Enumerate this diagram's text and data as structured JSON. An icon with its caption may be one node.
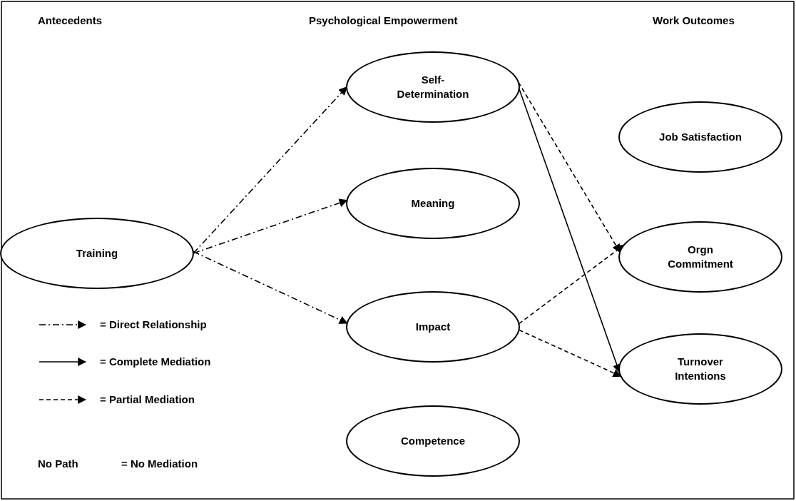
{
  "diagram": {
    "nodes": [
      {
        "text": [
          "Training"
        ]
      },
      {
        "text": [
          "Self-Determination"
        ]
      },
      {
        "text": [
          "Meaning"
        ]
      },
      {
        "text": [
          "Impact"
        ]
      },
      {
        "text": [
          "Competence"
        ]
      },
      {
        "text": [
          "Job Satisfaction"
        ]
      },
      {
        "text": [
          "Orgn Commitment"
        ]
      },
      {
        "text": [
          "Turnover Intentions"
        ]
      }
    ],
    "edges": [
      {
        "from": 0,
        "to": 1,
        "arrow": "to",
        "style": "dashed"
      },
      {
        "from": 0,
        "to": 2,
        "arrow": "to",
        "style": "dashed"
      },
      {
        "from": 0,
        "to": 3,
        "arrow": "to",
        "style": "dashed"
      },
      {
        "from": 1,
        "to": 7,
        "arrow": "to"
      },
      {
        "from": 1,
        "to": 6,
        "arrow": "to",
        "style": "dashed"
      },
      {
        "from": 3,
        "to": 6,
        "arrow": "to",
        "style": "dashed"
      },
      {
        "from": 3,
        "to": 7,
        "arrow": "to",
        "style": "dashed"
      }
    ],
    "labels": [
      "Antecedents",
      "Psychological Empowerment",
      "Work Outcomes",
      "No Path"
    ],
    "legend": [
      {
        "text": "= Direct Relationship"
      },
      {
        "text": "= Complete Mediation"
      },
      {
        "text": "= Partial Mediation"
      },
      {
        "text": "= No Mediation"
      }
    ]
  }
}
